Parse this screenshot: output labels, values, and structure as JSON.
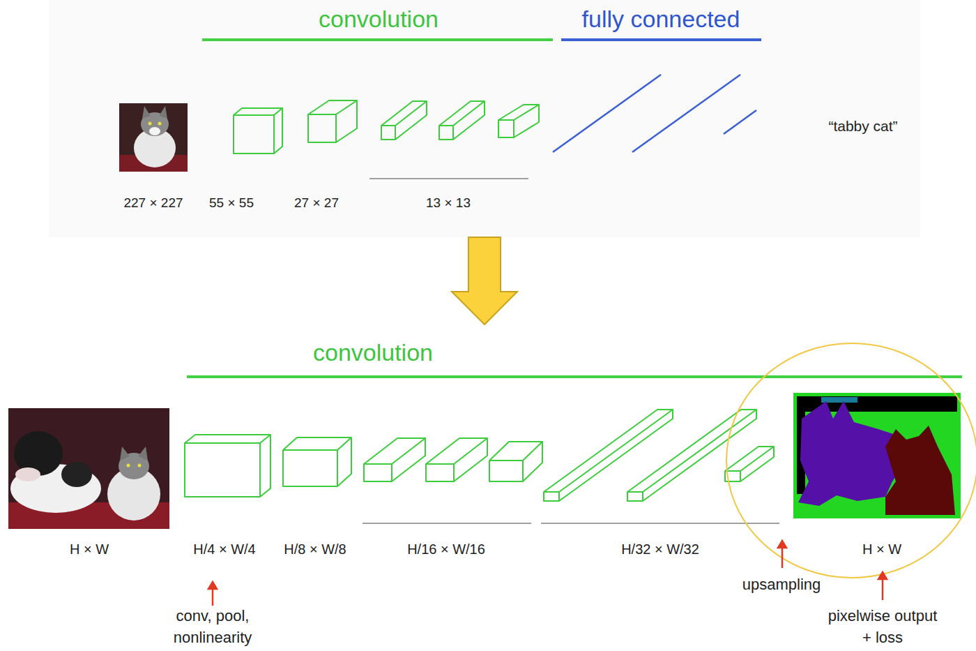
{
  "diagram": {
    "labels": [
      "convolution",
      "fully connected",
      "“tabby cat”",
      "227 × 227",
      "55 × 55",
      "27 × 27",
      "13 × 13",
      "convolution",
      "H × W",
      "H/4 × W/4",
      "H/8 × W/8",
      "H/16 × W/16",
      "H/32 × W/32",
      "H × W",
      "conv, pool, nonlinearity",
      "upsampling",
      "pixelwise output + loss"
    ]
  }
}
